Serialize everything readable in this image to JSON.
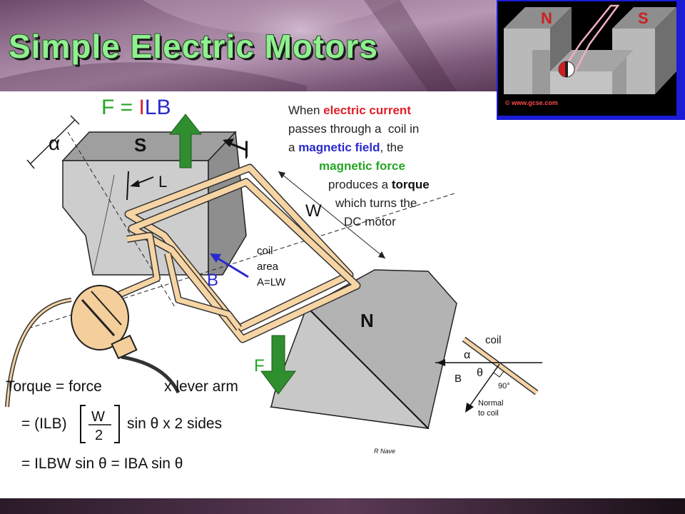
{
  "slide": {
    "title": "Simple Electric Motors",
    "credit": "R Nave"
  },
  "animation": {
    "north_label": "N",
    "south_label": "S",
    "caption": "© www.gcse.com"
  },
  "diagram": {
    "force_equation_prefix": "F = ",
    "force_equation_i": "I",
    "force_equation_lb": "LB",
    "south_pole": "S",
    "north_pole": "N",
    "current_label": "I",
    "length_label": "L",
    "width_label": "W",
    "alpha_label": "α",
    "field_label": "B",
    "force_label": "F",
    "coil_area_lines": [
      "coil",
      "area",
      "A=LW"
    ]
  },
  "description": {
    "lines": [
      [
        {
          "text": "When ",
          "style": "normal"
        },
        {
          "text": "electric current",
          "style": "red"
        }
      ],
      [
        {
          "text": "passes through a  coil in",
          "style": "normal"
        }
      ],
      [
        {
          "text": "a ",
          "style": "normal"
        },
        {
          "text": "magnetic field",
          "style": "blue"
        },
        {
          "text": ", the",
          "style": "normal"
        }
      ],
      [
        {
          "text": "magnetic force",
          "style": "green"
        }
      ],
      [
        {
          "text": "produces a ",
          "style": "normal"
        },
        {
          "text": "torque",
          "style": "bold"
        }
      ],
      [
        {
          "text": "which turns the",
          "style": "normal"
        }
      ],
      [
        {
          "text": "DC motor",
          "style": "normal"
        }
      ]
    ]
  },
  "equations": {
    "line1_lhs": "Torque = force",
    "line1_rhs": "x lever arm",
    "line2_prefix": "= (ILB)",
    "fraction_num": "W",
    "fraction_den": "2",
    "line2_suffix": "sin θ  x  2 sides",
    "line3": "= ILBW sin θ = IBA sin θ"
  },
  "inset": {
    "coil": "coil",
    "alpha": "α",
    "theta": "θ",
    "b": "B",
    "angle": "90°",
    "normal_line1": "Normal",
    "normal_line2": "to coil"
  },
  "colors": {
    "title": "#8ff08f",
    "force_arrow": "#2f8f2f",
    "current_red": "#e0202a",
    "field_blue": "#2a2acc",
    "force_green": "#25a525",
    "coil_fill": "#f6d4a4",
    "magnet_face": "#c9c9c9",
    "bottom_bar": "#000000"
  }
}
